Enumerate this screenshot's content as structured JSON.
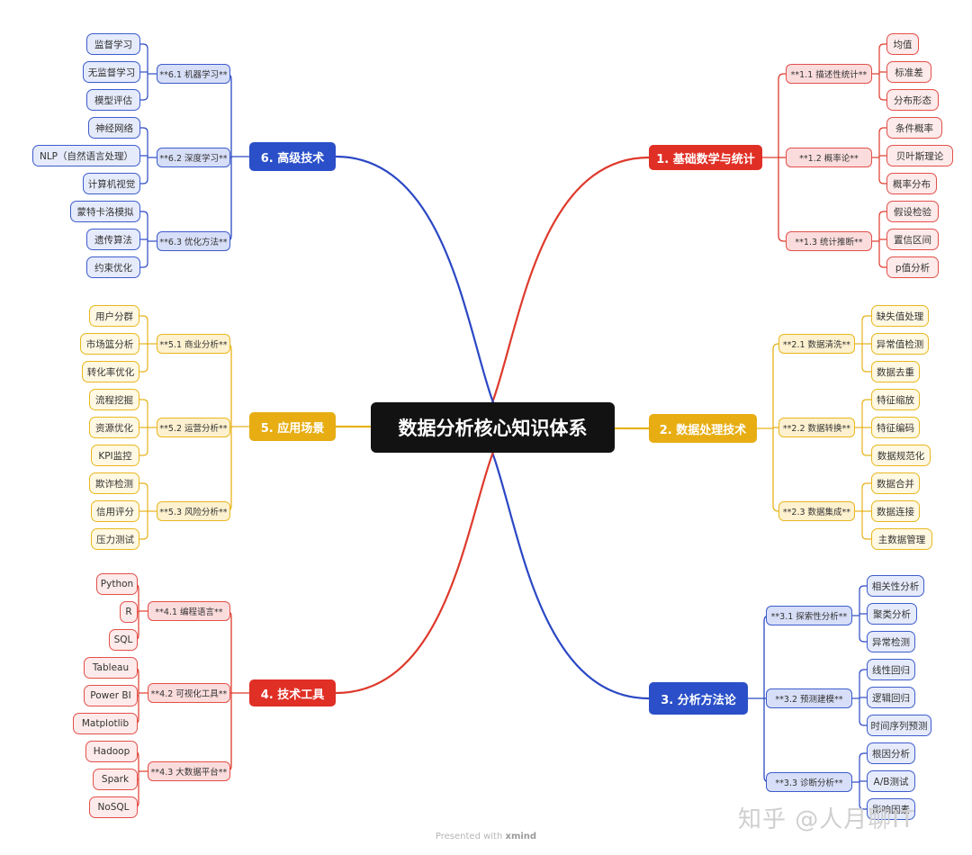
{
  "root": "数据分析核心知识体系",
  "colors": {
    "red": {
      "main": "#e02f25",
      "sub_bg": "#fbdcdc",
      "sub_border": "#e2504a",
      "leaf_bg": "#fdeaea",
      "leaf_border": "#e2504a",
      "line": "#de3a2c"
    },
    "yellow": {
      "main": "#e7ad13",
      "sub_bg": "#fdf1cf",
      "sub_border": "#e8b820",
      "leaf_bg": "#fff8e2",
      "leaf_border": "#e8b820",
      "line": "#e7b21a"
    },
    "blue": {
      "main": "#2a4fc8",
      "sub_bg": "#d7def7",
      "sub_border": "#3d5ccd",
      "leaf_bg": "#e6ebfb",
      "leaf_border": "#3d5ccd",
      "line": "#2b48c4"
    }
  },
  "branches": [
    {
      "label": "1. 基础数学与统计",
      "color": "red",
      "side": "right",
      "children": [
        {
          "label": "**1.1 描述性统计**",
          "leaves": [
            "均值",
            "标准差",
            "分布形态"
          ]
        },
        {
          "label": "**1.2 概率论**",
          "leaves": [
            "条件概率",
            "贝叶斯理论",
            "概率分布"
          ]
        },
        {
          "label": "**1.3 统计推断**",
          "leaves": [
            "假设检验",
            "置信区间",
            "p值分析"
          ]
        }
      ]
    },
    {
      "label": "2. 数据处理技术",
      "color": "yellow",
      "side": "right",
      "children": [
        {
          "label": "**2.1 数据清洗**",
          "leaves": [
            "缺失值处理",
            "异常值检测",
            "数据去重"
          ]
        },
        {
          "label": "**2.2 数据转换**",
          "leaves": [
            "特征缩放",
            "特征编码",
            "数据规范化"
          ]
        },
        {
          "label": "**2.3 数据集成**",
          "leaves": [
            "数据合并",
            "数据连接",
            "主数据管理"
          ]
        }
      ]
    },
    {
      "label": "3. 分析方法论",
      "color": "blue",
      "side": "right",
      "children": [
        {
          "label": "**3.1 探索性分析**",
          "leaves": [
            "相关性分析",
            "聚类分析",
            "异常检测"
          ]
        },
        {
          "label": "**3.2 预测建模**",
          "leaves": [
            "线性回归",
            "逻辑回归",
            "时间序列预测"
          ]
        },
        {
          "label": "**3.3 诊断分析**",
          "leaves": [
            "根因分析",
            "A/B测试",
            "影响因素"
          ]
        }
      ]
    },
    {
      "label": "6. 高级技术",
      "color": "blue",
      "side": "left",
      "children": [
        {
          "label": "**6.1 机器学习**",
          "leaves": [
            "监督学习",
            "无监督学习",
            "模型评估"
          ]
        },
        {
          "label": "**6.2 深度学习**",
          "leaves": [
            "神经网络",
            "NLP（自然语言处理）",
            "计算机视觉"
          ]
        },
        {
          "label": "**6.3 优化方法**",
          "leaves": [
            "蒙特卡洛模拟",
            "遗传算法",
            "约束优化"
          ]
        }
      ]
    },
    {
      "label": "5. 应用场景",
      "color": "yellow",
      "side": "left",
      "children": [
        {
          "label": "**5.1 商业分析**",
          "leaves": [
            "用户分群",
            "市场篮分析",
            "转化率优化"
          ]
        },
        {
          "label": "**5.2 运营分析**",
          "leaves": [
            "流程挖掘",
            "资源优化",
            "KPI监控"
          ]
        },
        {
          "label": "**5.3 风险分析**",
          "leaves": [
            "欺诈检测",
            "信用评分",
            "压力测试"
          ]
        }
      ]
    },
    {
      "label": "4. 技术工具",
      "color": "red",
      "side": "left",
      "children": [
        {
          "label": "**4.1 编程语言**",
          "leaves": [
            "Python",
            "R",
            "SQL"
          ]
        },
        {
          "label": "**4.2 可视化工具**",
          "leaves": [
            "Tableau",
            "Power BI",
            "Matplotlib"
          ]
        },
        {
          "label": "**4.3 大数据平台**",
          "leaves": [
            "Hadoop",
            "Spark",
            "NoSQL"
          ]
        }
      ]
    }
  ],
  "watermark": "知乎 @人月聊IT",
  "footer": {
    "prefix": "Presented with ",
    "brand": "xmind"
  }
}
